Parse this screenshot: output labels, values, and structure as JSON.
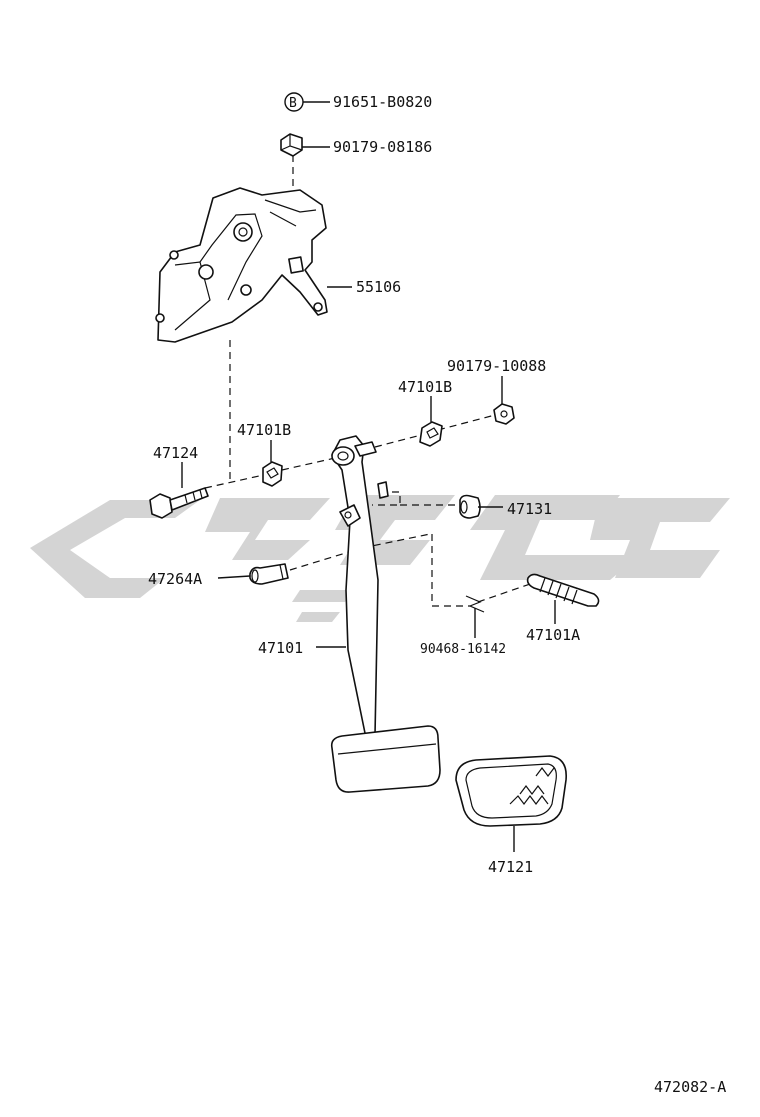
{
  "diagram": {
    "figure_code": "472082-A",
    "callouts": [
      {
        "id": "c1",
        "label": "91651-B0820"
      },
      {
        "id": "c2",
        "label": "90179-08186"
      },
      {
        "id": "c3",
        "label": "55106"
      },
      {
        "id": "c4",
        "label": "90179-10088"
      },
      {
        "id": "c5",
        "label": "47101B"
      },
      {
        "id": "c6",
        "label": "47101B"
      },
      {
        "id": "c7",
        "label": "47124"
      },
      {
        "id": "c8",
        "label": "47131"
      },
      {
        "id": "c9",
        "label": "47264A"
      },
      {
        "id": "c10",
        "label": "47101"
      },
      {
        "id": "c11",
        "label": "90468-16142"
      },
      {
        "id": "c12",
        "label": "47101A"
      },
      {
        "id": "c13",
        "label": "47121"
      }
    ],
    "badge_letter": "B"
  }
}
